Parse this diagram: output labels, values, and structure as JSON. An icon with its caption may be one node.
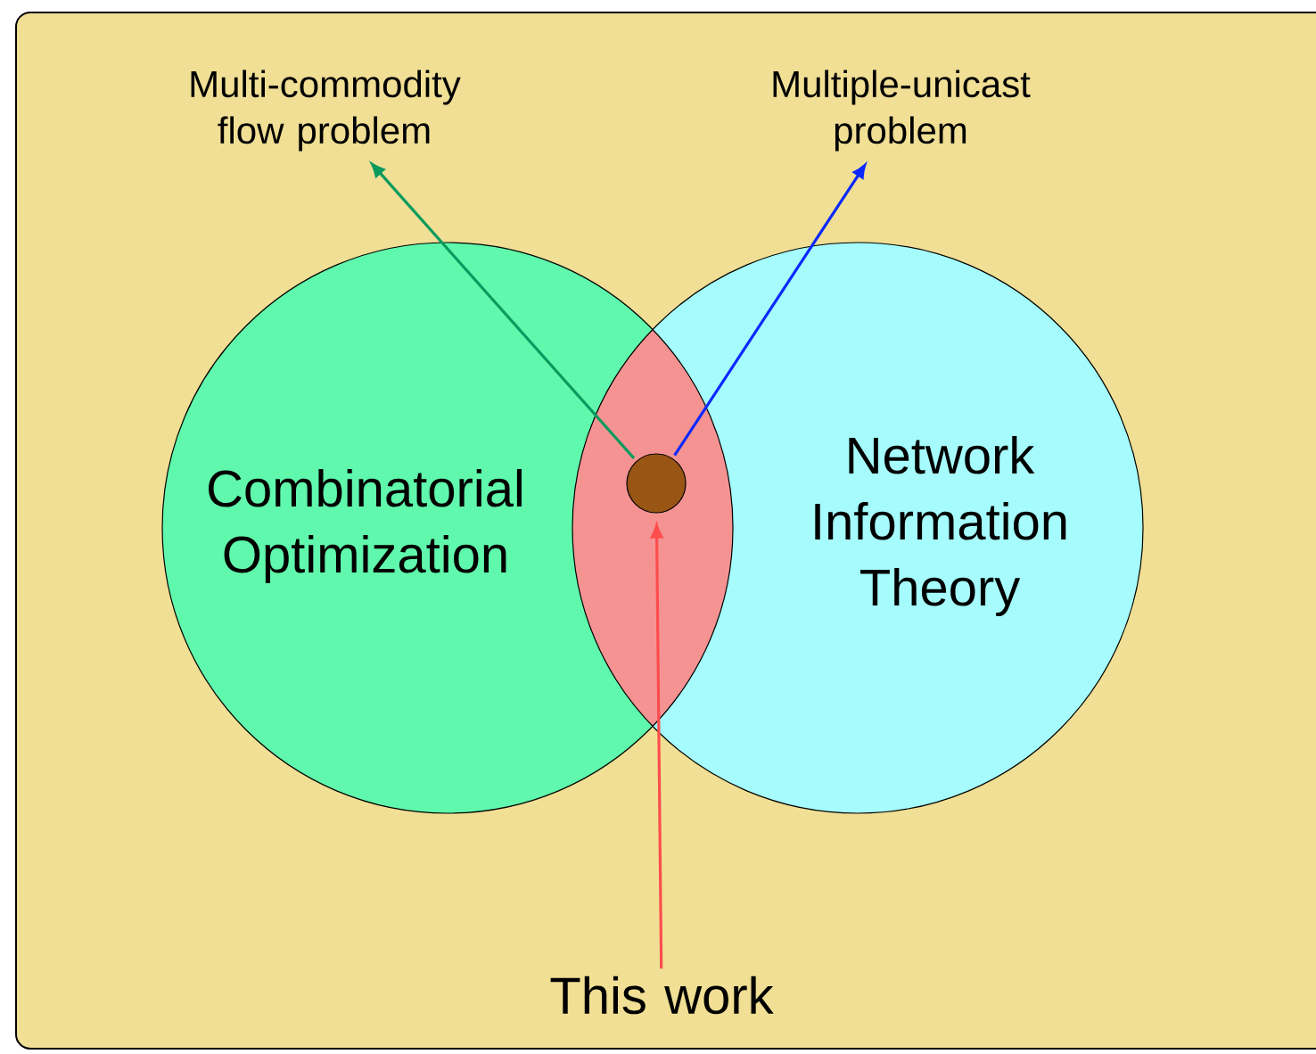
{
  "diagram": {
    "nodes": [
      {
        "text": [
          "Multi-commodity flow problem"
        ]
      },
      {
        "text": [
          "Multiple-unicast problem"
        ]
      },
      {
        "text": [
          "Combinatorial Optimization"
        ]
      },
      {
        "text": [
          "Network Information Theory"
        ]
      },
      {
        "text": [],
        "shape": "circle"
      },
      {
        "text": [
          "This work"
        ]
      }
    ],
    "edges": [
      {
        "from": 4,
        "to": 0,
        "arrow": "to",
        "color": "#0a9a5e"
      },
      {
        "from": 4,
        "to": 1,
        "arrow": "to",
        "color": "#0a28ff"
      },
      {
        "from": 5,
        "to": 4,
        "arrow": "to",
        "color": "#ff4d4d"
      }
    ]
  }
}
